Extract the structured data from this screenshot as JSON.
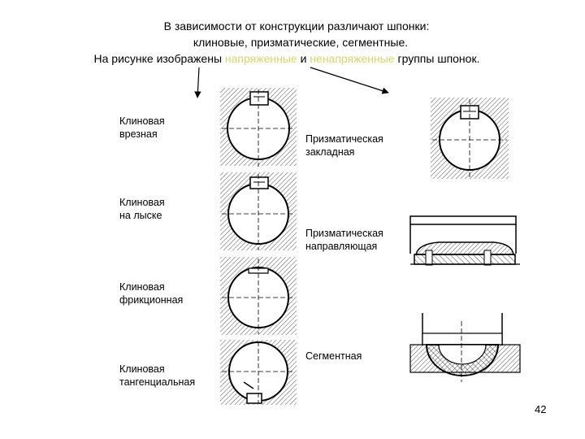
{
  "header": {
    "line1": "В зависимости от конструкции различают шпонки:",
    "line2": "клиновые, призматические, сегментные.",
    "line3_prefix": "На рисунке изображены ",
    "highlight_stressed": "напряженные",
    "and_word": " и ",
    "highlight_unstressed": "ненапряженные",
    "line3_suffix": " группы шпонок."
  },
  "labels": {
    "wedge_cut_1": "Клиновая",
    "wedge_cut_2": "врезная",
    "wedge_flat_1": "Клиновая",
    "wedge_flat_2": "на лыске",
    "wedge_friction_1": "Клиновая",
    "wedge_friction_2": "фрикционная",
    "wedge_tangential_1": "Клиновая",
    "wedge_tangential_2": "тангенциальная",
    "prism_inset_1": "Призматическая",
    "prism_inset_2": "закладная",
    "prism_guide_1": "Призматическая",
    "prism_guide_2": "направляющая",
    "segment": "Сегментная"
  },
  "page_number": "42",
  "colors": {
    "highlight": "#d6d66a",
    "text": "#000000",
    "hatch": "#555555"
  }
}
